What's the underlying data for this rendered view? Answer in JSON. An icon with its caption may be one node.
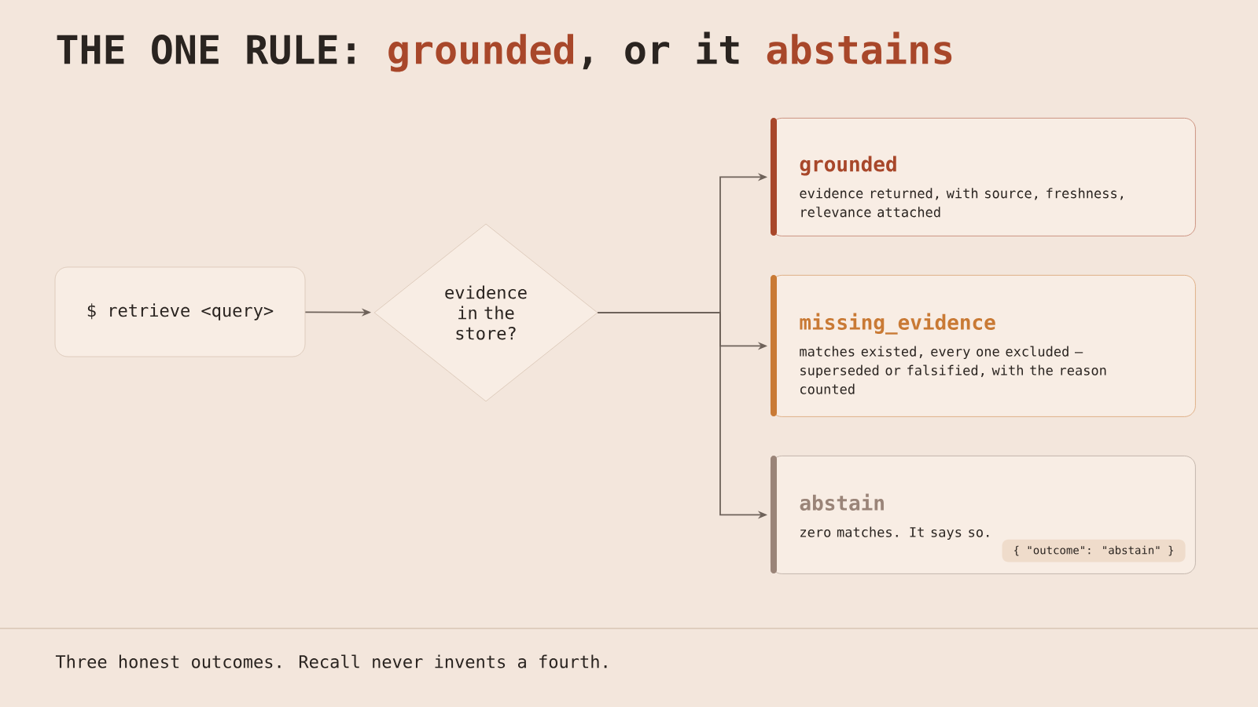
{
  "diagram": {
    "title": "THE ONE RULE: *grounded*, or it *abstains*",
    "nodes": [
      {
        "text": [
          "$ retrieve <query>"
        ]
      },
      {
        "text": [
          "evidence in the store?"
        ]
      },
      {
        "text": [
          "grounded",
          "evidence returned, with source, freshness, relevance attached"
        ]
      },
      {
        "text": [
          "missing_evidence",
          "matches existed, every one excluded — superseded or falsified, with the reason counted"
        ]
      },
      {
        "text": [
          "abstain",
          "zero matches. It says so."
        ]
      },
      {
        "text": [
          "{ \"outcome\": \"abstain\" }"
        ],
        "in": 4
      }
    ],
    "edges": [
      {
        "from": 0,
        "to": 1,
        "arrow": "to"
      },
      {
        "from": 1,
        "to": 2,
        "arrow": "to"
      },
      {
        "from": 1,
        "to": 3,
        "arrow": "to"
      },
      {
        "from": 1,
        "to": 4,
        "arrow": "to"
      }
    ],
    "caption": "Three honest outcomes. Recall never invents a fourth."
  }
}
